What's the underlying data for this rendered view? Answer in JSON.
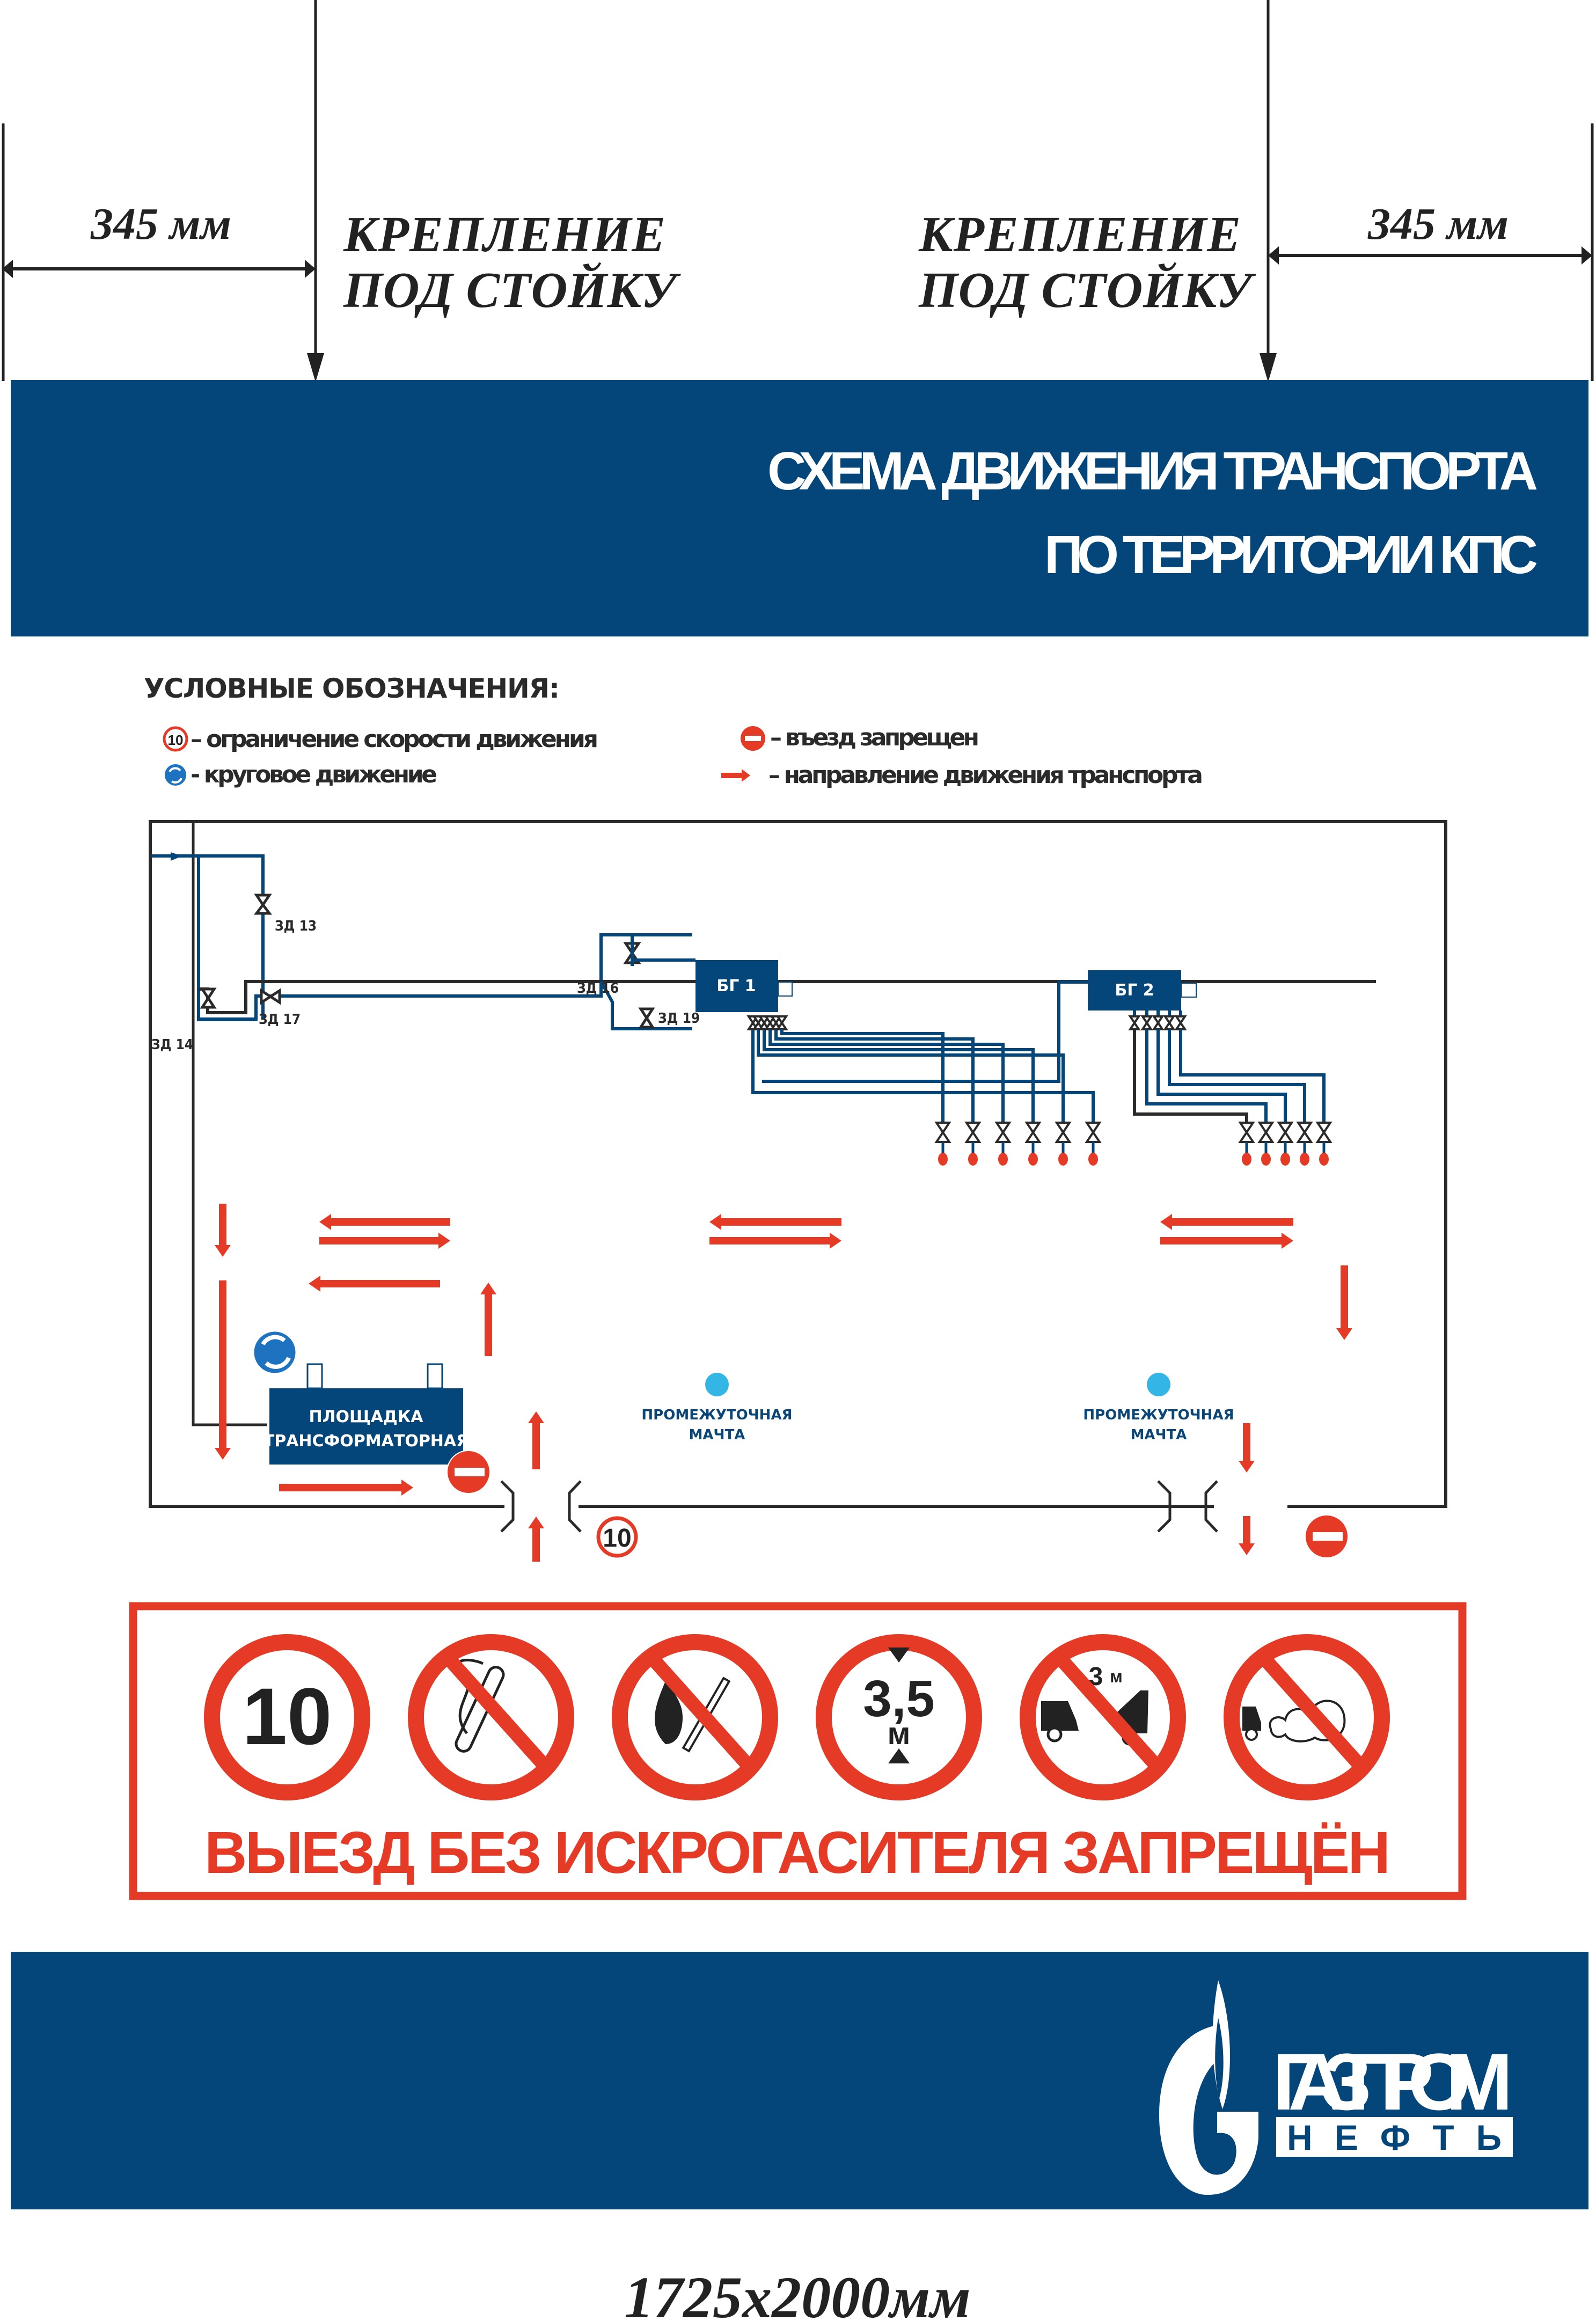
{
  "dimensions": {
    "left_offset": "345 мм",
    "right_offset": "345 мм",
    "mount_left_line1": "КРЕПЛЕНИЕ",
    "mount_left_line2": "ПОД СТОЙКУ",
    "mount_right_line1": "КРЕПЛЕНИЕ",
    "mount_right_line2": "ПОД СТОЙКУ",
    "overall_size": "1725х2000мм"
  },
  "header": {
    "title_line1": "СХЕМА ДВИЖЕНИЯ ТРАНСПОРТА",
    "title_line2": "ПО ТЕРРИТОРИИ КПС"
  },
  "legend": {
    "title": "УСЛОВНЫЕ ОБОЗНАЧЕНИЯ:",
    "items": [
      {
        "icon": "speed-limit-icon",
        "icon_text": "10",
        "label": "– ограничение скорости движения"
      },
      {
        "icon": "roundabout-icon",
        "label": "- круговое движение"
      },
      {
        "icon": "no-entry-icon",
        "label": "– въезд запрещен"
      },
      {
        "icon": "direction-arrow-icon",
        "label": "– направление движения транспорта"
      }
    ]
  },
  "map": {
    "valves": [
      {
        "id": "zd13",
        "label": "ЗД 13"
      },
      {
        "id": "zd14",
        "label": "ЗД 14"
      },
      {
        "id": "zd16",
        "label": "ЗД 16"
      },
      {
        "id": "zd17",
        "label": "ЗД 17"
      },
      {
        "id": "zd19",
        "label": "ЗД 19"
      }
    ],
    "blocks": [
      {
        "id": "bg1",
        "label": "БГ 1",
        "outlets": 6
      },
      {
        "id": "bg2",
        "label": "БГ 2",
        "outlets": 5
      }
    ],
    "transformer": {
      "line1": "ПЛОЩАДКА",
      "line2": "ТРАНСФОРМАТОРНАЯ"
    },
    "masts": [
      {
        "line1": "ПРОМЕЖУТОЧНАЯ",
        "line2": "МАЧТА"
      },
      {
        "line1": "ПРОМЕЖУТОЧНАЯ",
        "line2": "МАЧТА"
      }
    ],
    "gate_speed_limit": "10"
  },
  "warning": {
    "signs": [
      {
        "type": "speed-limit",
        "text": "10"
      },
      {
        "type": "no-smoking"
      },
      {
        "type": "no-open-flame"
      },
      {
        "type": "height-limit",
        "text": "3,5",
        "unit": "м"
      },
      {
        "type": "min-distance",
        "text": "3",
        "unit": "м"
      },
      {
        "type": "no-exhaust"
      }
    ],
    "message": "ВЫЕЗД БЕЗ ИСКРОГАСИТЕЛЯ ЗАПРЕЩЁН"
  },
  "footer": {
    "logo_word1": "ГАЗПРОМ",
    "logo_word2": "Н Е Ф Т Ь"
  },
  "colors": {
    "brand_blue": "#05467a",
    "signal_red": "#e53a25",
    "mast_cyan": "#33b5e6",
    "line_dark": "#2a2a2a"
  }
}
